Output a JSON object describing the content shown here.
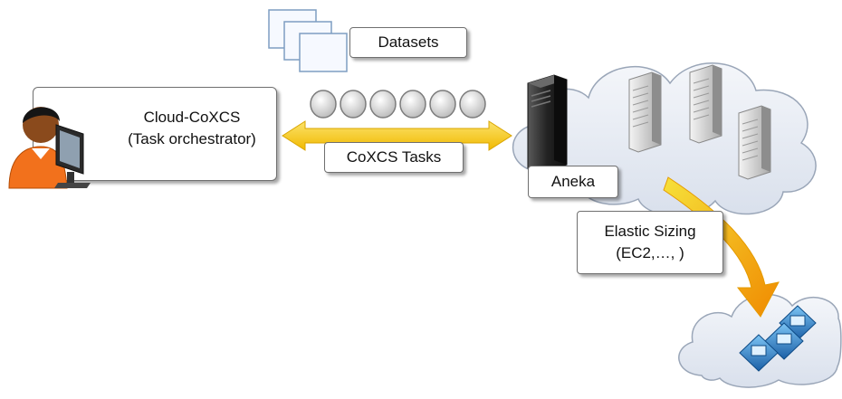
{
  "orchestrator": {
    "title": "Cloud-CoXCS",
    "subtitle": "(Task orchestrator)"
  },
  "datasets": {
    "label": "Datasets"
  },
  "tasks": {
    "label": "CoXCS Tasks",
    "token_count": 6
  },
  "aneka": {
    "label": "Aneka"
  },
  "elastic": {
    "line1": "Elastic Sizing",
    "line2": "(EC2,…, )"
  },
  "icons": [
    "user-at-computer-icon",
    "dataset-documents-icon",
    "server-tower-icon",
    "rack-server-icon",
    "virtual-machine-icon",
    "cloud-icon"
  ],
  "colors": {
    "arrow_yellow": "#f2c40f",
    "arrow_orange": "#f08a00",
    "cloud_fill": "#e7ecf4",
    "vm_blue": "#1e6fb8"
  }
}
